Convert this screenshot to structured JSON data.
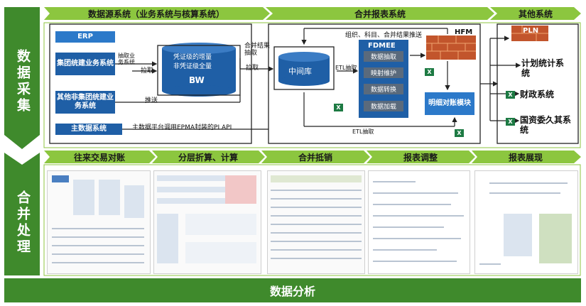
{
  "side_labels": {
    "collection": "数据采集",
    "consolidation": "合并处理",
    "analysis": "数据分析"
  },
  "headers": {
    "source_systems": "数据源系统（业务系统与核算系统）",
    "consolidation_system": "合并报表系统",
    "other_systems": "其他系统"
  },
  "sources": {
    "erp": "ERP",
    "group_business": "集团统建业务系统",
    "other_business": "其他非集团统建业务系统",
    "master_data": "主数据系统"
  },
  "bw": {
    "desc_line1": "凭证级的增量",
    "desc_line2": "非凭证级全量",
    "title": "BW"
  },
  "middle_db": "中间库",
  "fdmee": {
    "title": "FDMEE",
    "items": [
      "数据抽取",
      "映射维护",
      "数据转换",
      "数据加载"
    ]
  },
  "hfm": "HFM",
  "detail_ledger": "明细对账模块",
  "other": {
    "pln": "PLN",
    "planning": "计划统计系统",
    "finance": "财政系统",
    "sasac": "国资委久其系统"
  },
  "edge_labels": {
    "extract_interface": "抽取业务系统",
    "pull1": "拉取",
    "push": "推送",
    "merge_extract": "合并结果抽取",
    "pull2": "拉取",
    "etl_extract": "ETL抽取",
    "push_top": "组织、科目、合并结果推送",
    "etl_bottom": "ETL抽取",
    "master_api": "主数据平台调用EPMA封装的PI API"
  },
  "stages": [
    "往来交易对账",
    "分层折算、计算",
    "合并抵销",
    "报表调整",
    "报表展现"
  ],
  "colors": {
    "green_dark": "#3f8a2c",
    "green_light": "#8cc63f",
    "blue": "#1f5fa6",
    "brick": "#c2552c"
  },
  "icons": {
    "excel": "excel-icon",
    "database": "database-icon",
    "firewall": "firewall-icon"
  }
}
